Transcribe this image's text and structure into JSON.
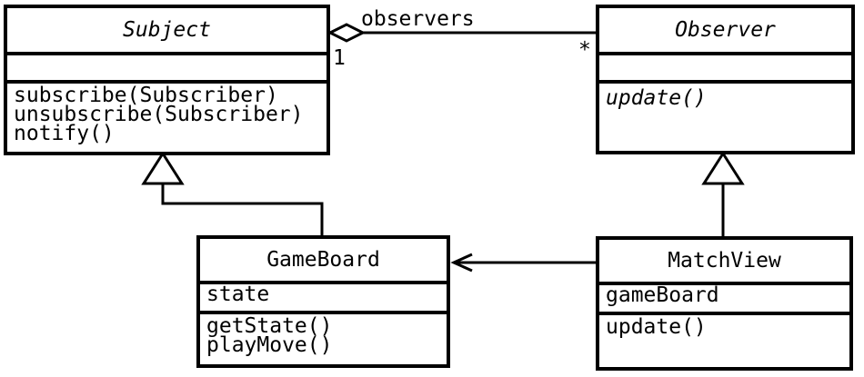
{
  "diagram_type": "uml-class-diagram",
  "colors": {
    "stroke": "#000000",
    "background": "#ffffff",
    "text": "#000000"
  },
  "classes": {
    "subject": {
      "name": "Subject",
      "abstract": true,
      "attributes": [],
      "methods": [
        "subscribe(Subscriber)",
        "unsubscribe(Subscriber)",
        "notify()"
      ]
    },
    "observer": {
      "name": "Observer",
      "abstract": true,
      "attributes": [],
      "methods": [
        "update()"
      ]
    },
    "gameboard": {
      "name": "GameBoard",
      "abstract": false,
      "attributes": [
        "state"
      ],
      "methods": [
        "getState()",
        "playMove()"
      ]
    },
    "matchview": {
      "name": "MatchView",
      "abstract": false,
      "attributes": [
        "gameBoard"
      ],
      "methods": [
        "update()"
      ]
    }
  },
  "relationships": {
    "aggregation": {
      "type": "aggregation",
      "from": "Subject",
      "to": "Observer",
      "label": "observers",
      "from_multiplicity": "1",
      "to_multiplicity": "*"
    },
    "gameboard_inheritance": {
      "type": "inheritance",
      "from": "GameBoard",
      "to": "Subject"
    },
    "matchview_inheritance": {
      "type": "inheritance",
      "from": "MatchView",
      "to": "Observer"
    },
    "association": {
      "type": "directed-association",
      "from": "MatchView",
      "to": "GameBoard"
    }
  }
}
